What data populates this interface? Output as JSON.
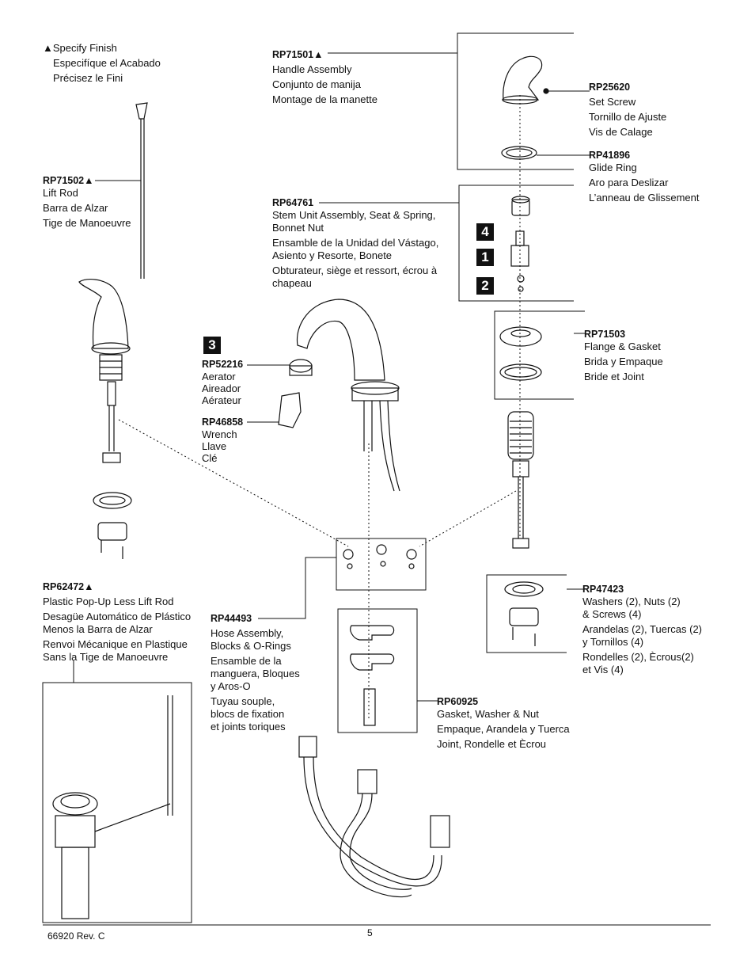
{
  "finish_note": {
    "symbol": "▲",
    "lines": [
      "Specify Finish",
      "Especifíque el Acabado",
      "Précisez le Fini"
    ]
  },
  "parts": {
    "rp71501": {
      "number": "RP71501▲",
      "lines": [
        "Handle Assembly",
        "Conjunto de manija",
        "Montage de la manette"
      ]
    },
    "rp25620": {
      "number": "RP25620",
      "lines": [
        "Set Screw",
        "Tornillo de Ajuste",
        "Vis de Calage"
      ]
    },
    "rp41896": {
      "number": "RP41896",
      "lines": [
        "Glide Ring",
        "Aro para Deslizar",
        "L’anneau de Glissement"
      ]
    },
    "rp71502": {
      "number": "RP71502▲",
      "lines": [
        "Lift Rod",
        "Barra de Alzar",
        "Tige de Manoeuvre"
      ]
    },
    "rp64761": {
      "number": "RP64761",
      "lines": [
        "Stem Unit Assembly, Seat & Spring,",
        "Bonnet Nut",
        "Ensamble de la Unidad del Vástago,",
        "Asiento y Resorte, Bonete",
        "Obturateur, siège et ressort, écrou à",
        "chapeau"
      ]
    },
    "rp71503": {
      "number": "RP71503",
      "lines": [
        "Flange & Gasket",
        "Brida y Empaque",
        "Bride et Joint"
      ]
    },
    "rp52216": {
      "number": "RP52216",
      "lines": [
        "Aerator",
        "Aireador",
        "Aérateur"
      ]
    },
    "rp46858": {
      "number": "RP46858",
      "lines": [
        "Wrench",
        "Llave",
        "Clé"
      ]
    },
    "rp62472": {
      "number": "RP62472▲",
      "lines": [
        "Plastic Pop-Up Less Lift Rod",
        "Desagüe Automático de Plástico",
        "Menos la Barra de Alzar",
        "Renvoi Mécanique en Plastique",
        "Sans la Tige de Manoeuvre"
      ]
    },
    "rp44493": {
      "number": "RP44493",
      "lines": [
        "Hose Assembly,",
        "Blocks & O-Rings",
        "Ensamble de la",
        "manguera, Bloques",
        "y Aros-O",
        "Tuyau souple,",
        "blocs de fixation",
        "et joints toriques"
      ]
    },
    "rp47423": {
      "number": "RP47423",
      "lines": [
        "Washers (2), Nuts (2)",
        "& Screws (4)",
        "Arandelas (2), Tuercas (2)",
        "y Tornillos (4)",
        "Rondelles (2), Ècrous(2)",
        "et Vis (4)"
      ]
    },
    "rp60925": {
      "number": "RP60925",
      "lines": [
        "Gasket, Washer & Nut",
        "Empaque, Arandela y Tuerca",
        "Joint, Rondelle et Ècrou"
      ]
    }
  },
  "badges": {
    "b4": "4",
    "b1": "1",
    "b2": "2",
    "b3": "3"
  },
  "footer": {
    "doc": "66920  Rev. C",
    "page": "5"
  }
}
